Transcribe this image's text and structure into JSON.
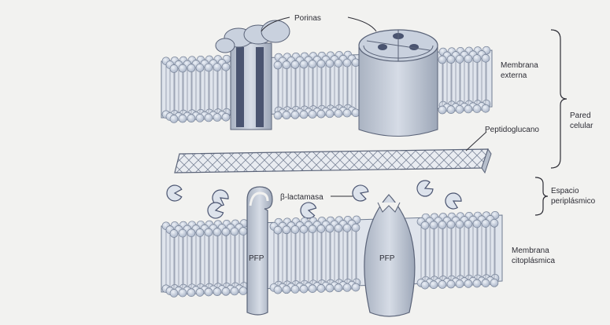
{
  "figure": {
    "labels": {
      "porinas": "Porinas",
      "membrana_externa": [
        "Membrana",
        "externa"
      ],
      "pared_celular": [
        "Pared",
        "celular"
      ],
      "peptidoglucano": "Peptidoglucano",
      "espacio_periplasmico": [
        "Espacio",
        "periplásmico"
      ],
      "beta_lactamasa": "β-lactamasa",
      "membrana_citoplasmica": [
        "Membrana",
        "citoplásmica"
      ],
      "pfp_left": "PFP",
      "pfp_right": "PFP"
    },
    "colors": {
      "background": "#f2f2f0",
      "head_fill": "#cfd8e6",
      "head_stroke": "#6f7b90",
      "tail": "#8c95a8",
      "protein_fill": "#c9d1de",
      "dark_protein": "#4a5470",
      "ink": "#2d2d35"
    }
  }
}
